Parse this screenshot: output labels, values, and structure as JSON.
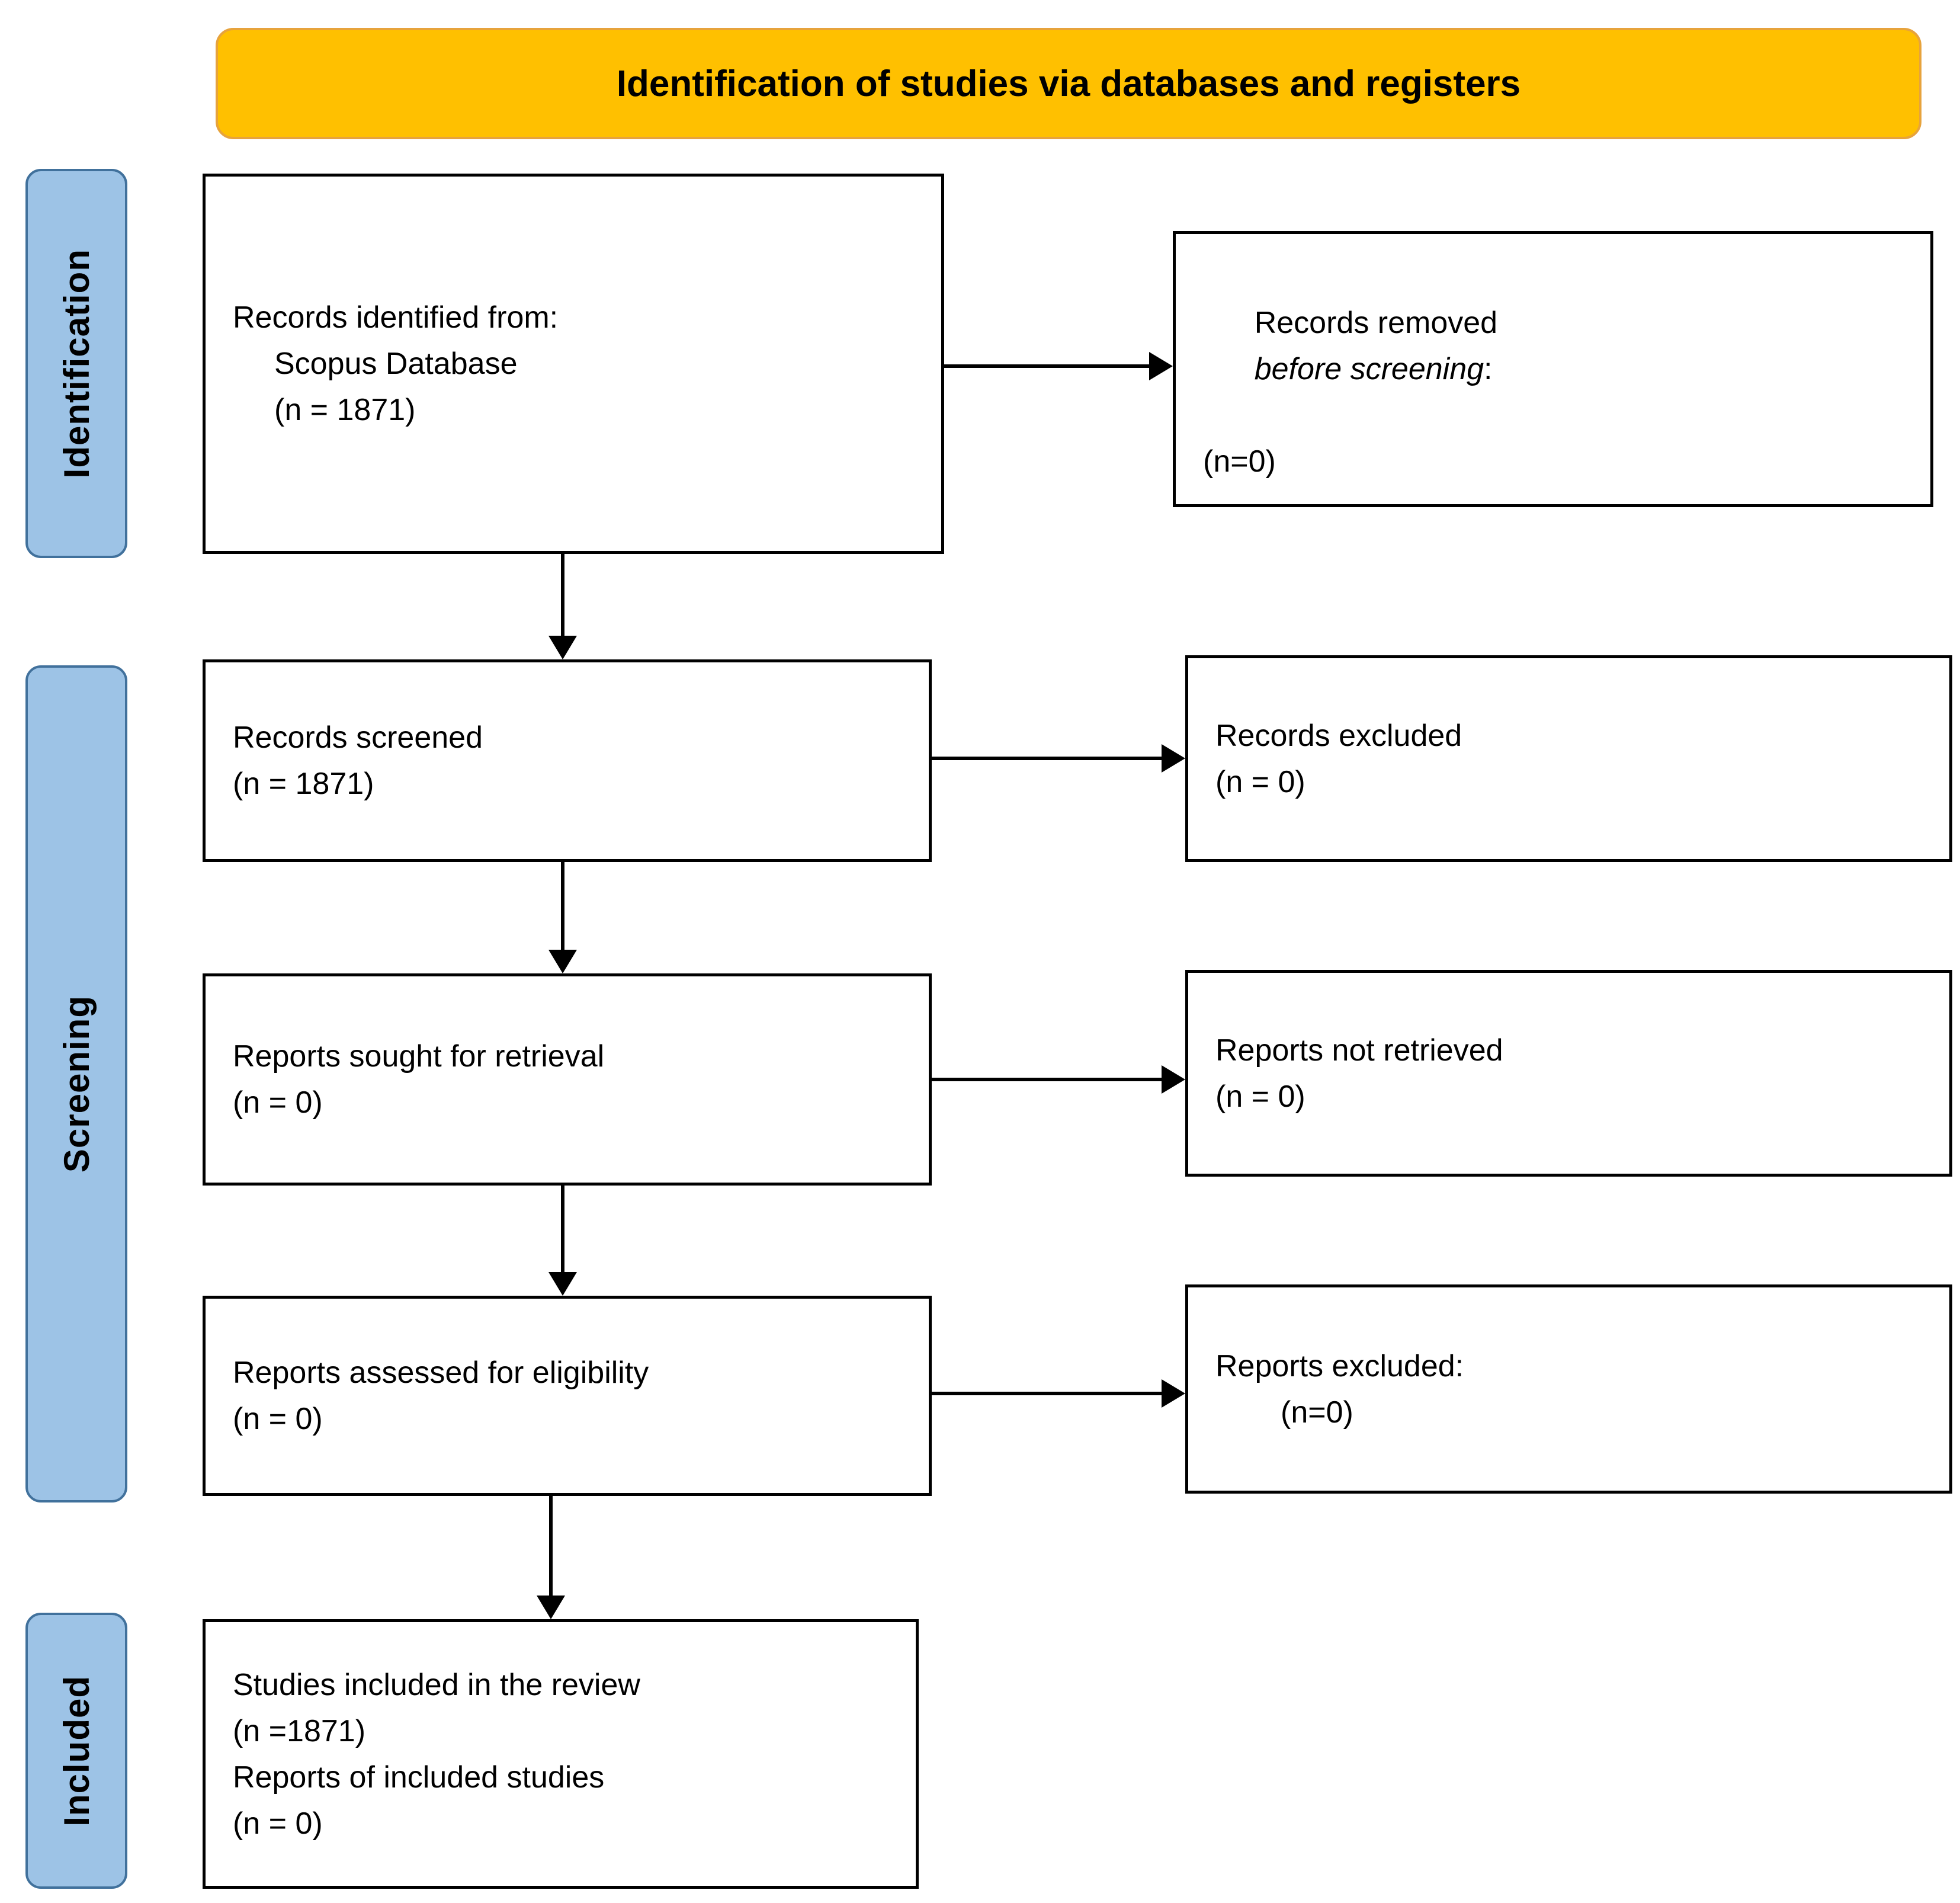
{
  "header": {
    "title": "Identification of studies via databases and registers"
  },
  "stages": {
    "identification": "Identification",
    "screening": "Screening",
    "included": "Included"
  },
  "flow": {
    "identified": {
      "l1": "Records identified from:",
      "l2": "Scopus Database",
      "l3": "(n = 1871)"
    },
    "removed": {
      "pre": "Records removed",
      "emph": "before screening",
      "post": ":",
      "l2": "(n=0)"
    },
    "screened": {
      "l1": "Records screened",
      "l2": "(n = 1871)"
    },
    "excluded": {
      "l1": "Records excluded",
      "l2": "(n = 0)"
    },
    "sought": {
      "l1": "Reports sought for retrieval",
      "l2": "(n = 0)"
    },
    "notRetrieved": {
      "l1": "Reports not retrieved",
      "l2": "(n = 0)"
    },
    "assessed": {
      "l1": "Reports assessed for eligibility",
      "l2": "(n = 0)"
    },
    "reportsExcluded": {
      "l1": "Reports excluded:",
      "l2": "(n=0)"
    },
    "includedStudies": {
      "l1": "Studies included in the review",
      "l2": "(n =1871)",
      "l3": "Reports of included studies",
      "l4": "(n = 0)"
    }
  },
  "colors": {
    "header_fill": "#FFC000",
    "stage_fill": "#9DC3E6",
    "box_border": "#000000",
    "background": "#FFFFFF"
  }
}
